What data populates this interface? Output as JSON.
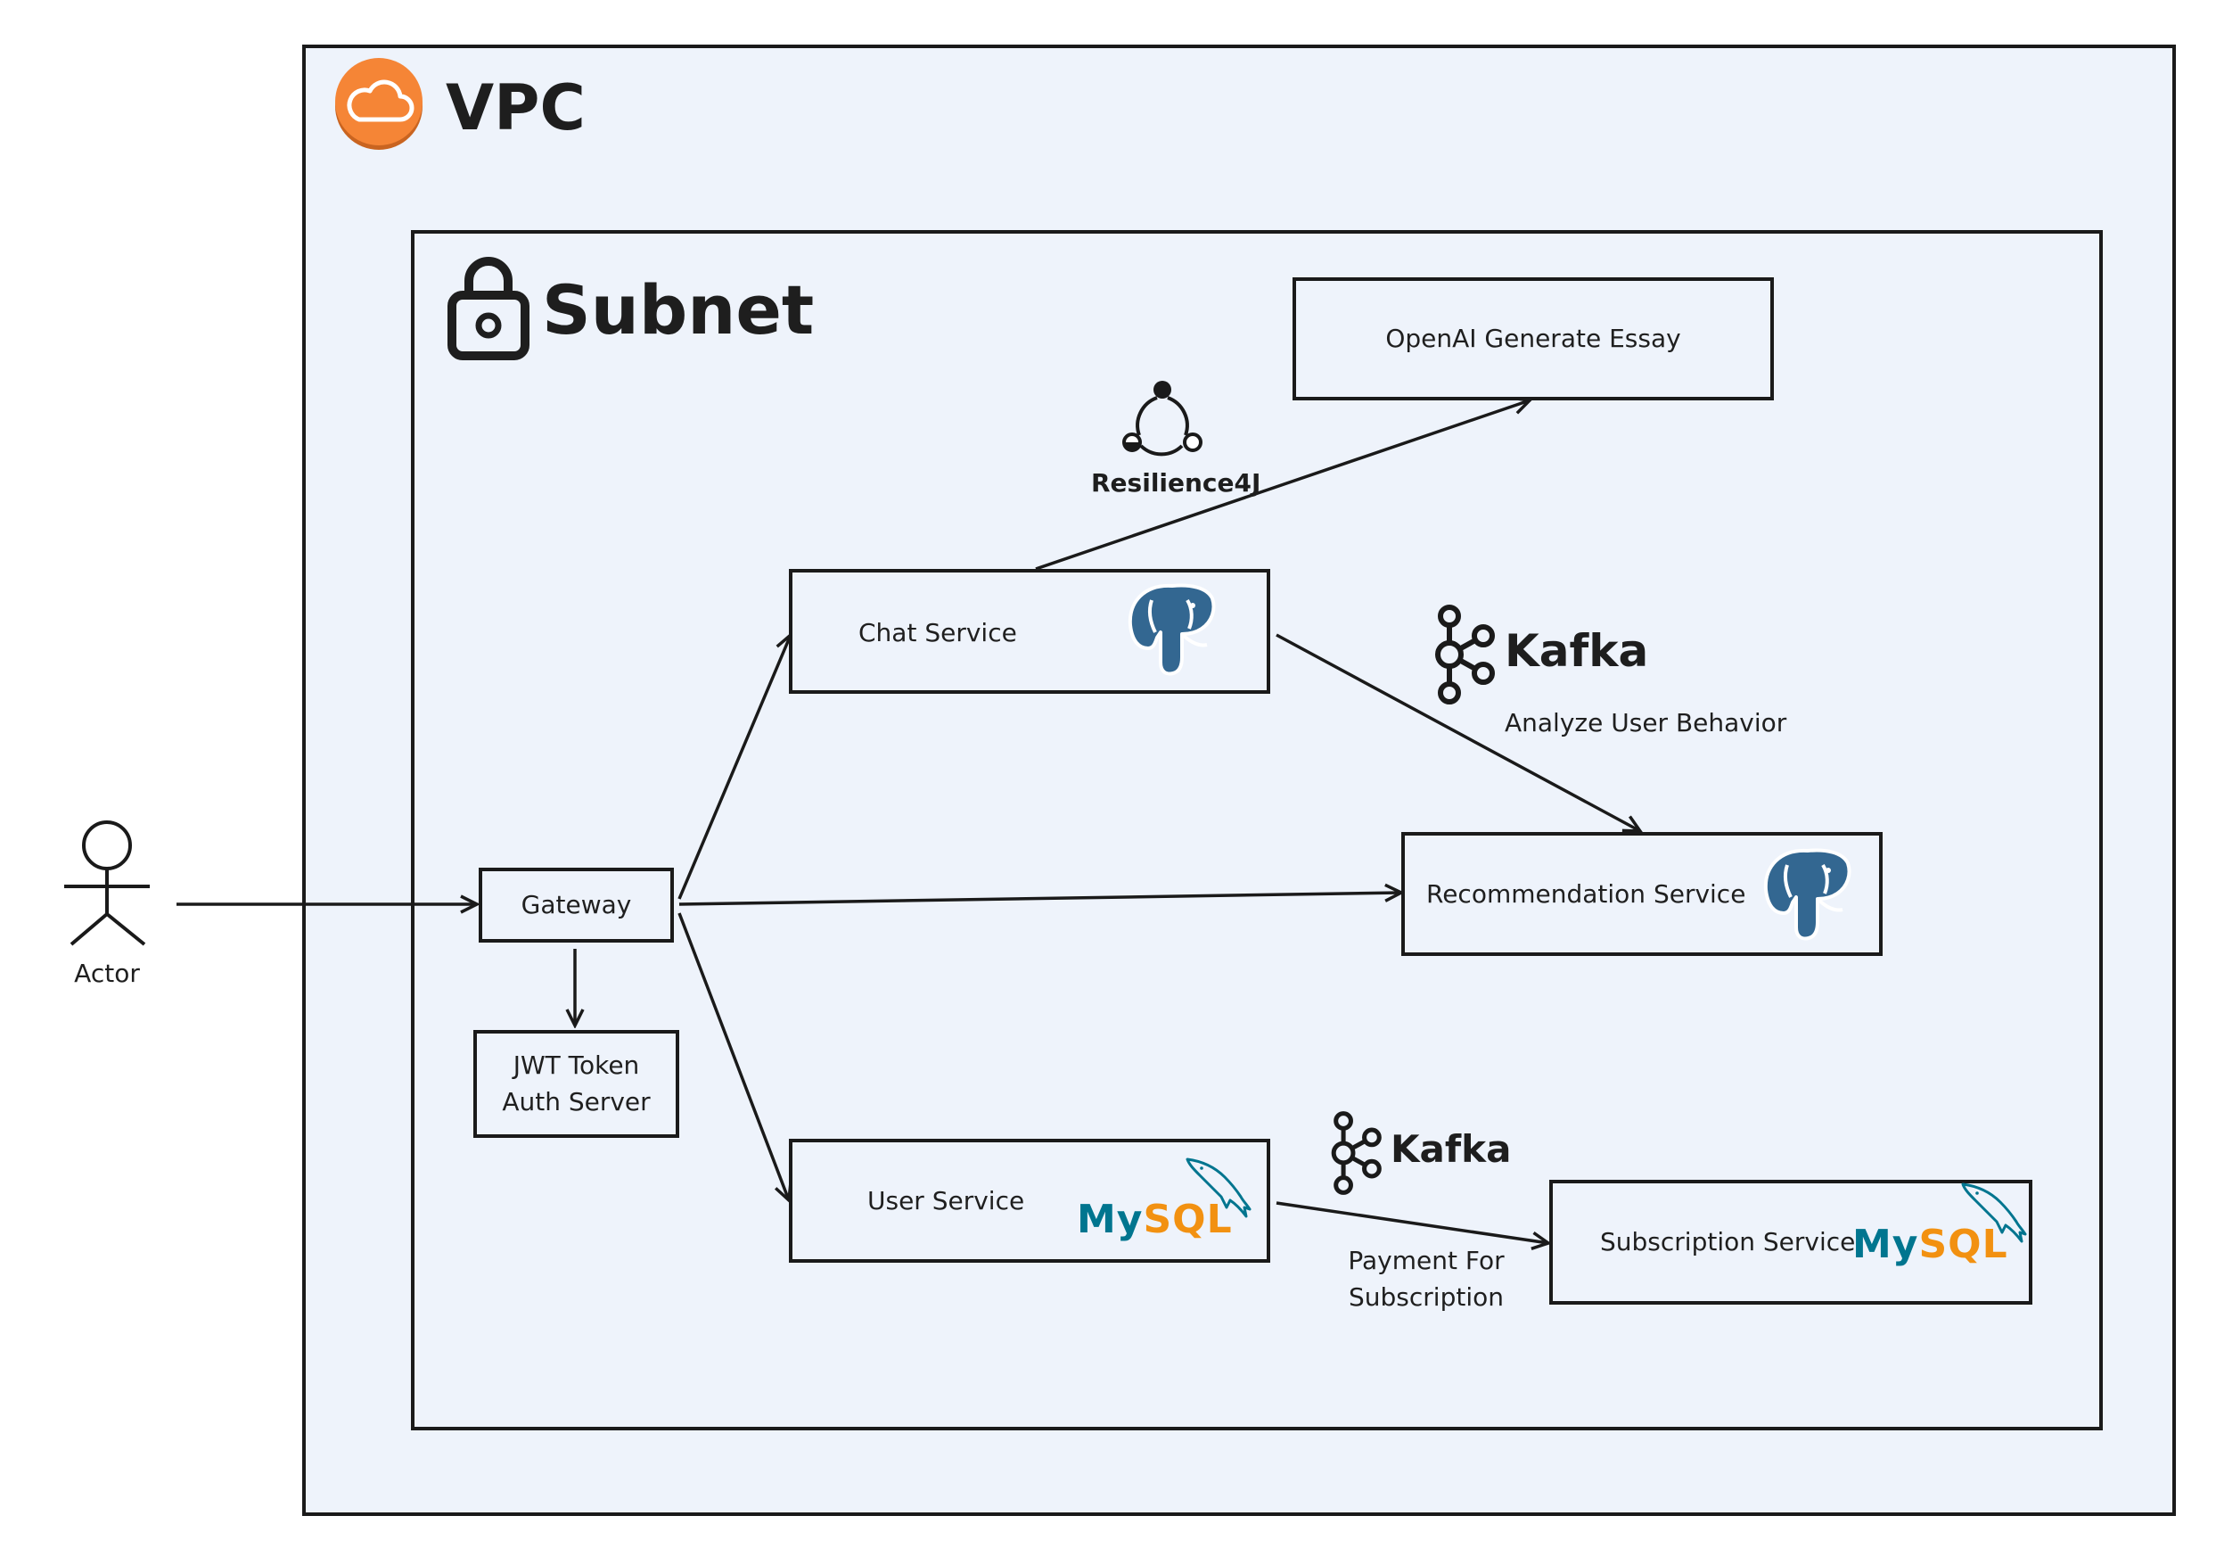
{
  "colors": {
    "vpc_background": "#eef3fb",
    "border": "#1a1a1a",
    "cloud_orange": "#f58536",
    "postgres_blue": "#336791",
    "mysql_blue": "#00758f",
    "mysql_orange": "#f29111"
  },
  "icons": {
    "vpc": "cloud-icon",
    "subnet": "padlock-icon",
    "resilience": "resilience4j-circuit-icon",
    "kafka": "kafka-icon",
    "postgres": "postgresql-elephant-icon",
    "mysql": "mysql-dolphin-logo",
    "actor": "stick-figure-icon"
  },
  "vpc": {
    "title": "VPC"
  },
  "subnet": {
    "title": "Subnet"
  },
  "actor": {
    "label": "Actor"
  },
  "nodes": {
    "gateway": "Gateway",
    "auth_line1": "JWT Token",
    "auth_line2": "Auth Server",
    "chat": "Chat Service",
    "openai": "OpenAI Generate Essay",
    "recommendation": "Recommendation Service",
    "user": "User Service",
    "subscription": "Subscription Service"
  },
  "annotations": {
    "resilience": "Resilience4J",
    "kafka_top": "Kafka",
    "analyze": "Analyze User Behavior",
    "kafka_bottom": "Kafka",
    "payment_line1": "Payment For",
    "payment_line2": "Subscription"
  },
  "logos": {
    "mysql_my": "My",
    "mysql_sql": "SQL"
  }
}
